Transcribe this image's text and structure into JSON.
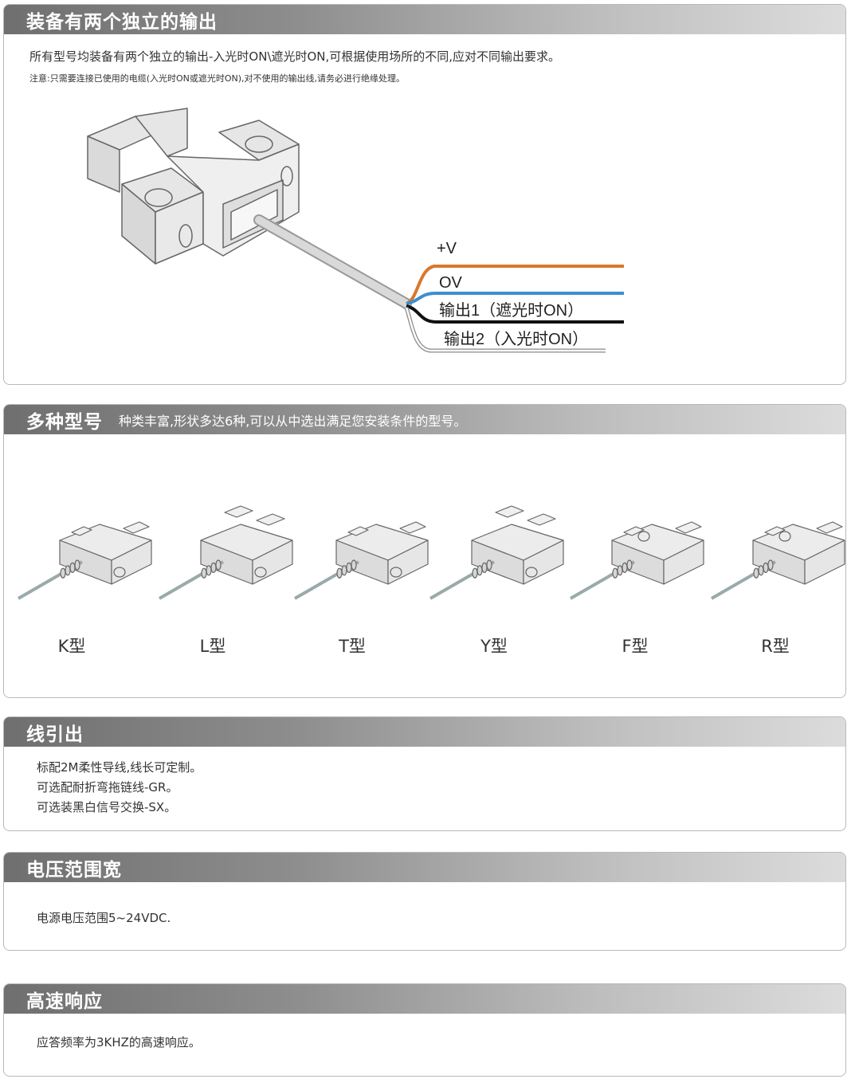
{
  "outputs": {
    "title": "装备有两个独立的输出",
    "description": "所有型号均装备有两个独立的输出-入光时ON\\遮光时ON,可根据使用场所的不同,应对不同输出要求。",
    "note": "注意:只需要连接已使用的电缆(入光时ON或遮光时ON),对不使用的输出线,请务必进行绝缘处理。",
    "wires": [
      {
        "label": "+V",
        "color": "#d9782d"
      },
      {
        "label": "OV",
        "color": "#3a8fd0"
      },
      {
        "label": "输出1（遮光时ON）",
        "color": "#111111"
      },
      {
        "label": "输出2（入光时ON）",
        "color": "#ffffff"
      }
    ]
  },
  "models": {
    "title": "多种型号",
    "subtitle": "种类丰富,形状多达6种,可以从中选出满足您安装条件的型号。",
    "items": [
      {
        "label": "K型"
      },
      {
        "label": "L型"
      },
      {
        "label": "T型"
      },
      {
        "label": "Y型"
      },
      {
        "label": "F型"
      },
      {
        "label": "R型"
      }
    ]
  },
  "wiring": {
    "title": "线引出",
    "lines": [
      "标配2M柔性导线,线长可定制。",
      "可选配耐折弯拖链线-GR。",
      "可选装黑白信号交换-SX。"
    ]
  },
  "voltage": {
    "title": "电压范围宽",
    "text": "电源电压范围5~24VDC."
  },
  "speed": {
    "title": "高速响应",
    "text": "应答频率为3KHZ的高速响应。"
  }
}
